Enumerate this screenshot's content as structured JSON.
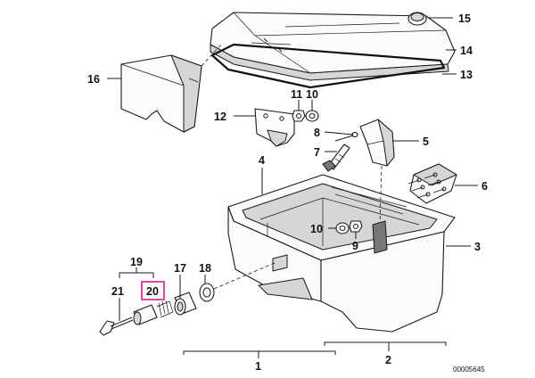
{
  "diagram": {
    "callouts": {
      "c1": "1",
      "c2": "2",
      "c3": "3",
      "c4": "4",
      "c5": "5",
      "c6": "6",
      "c7": "7",
      "c8": "8",
      "c9": "9",
      "c10a": "10",
      "c10b": "10",
      "c11": "11",
      "c12": "12",
      "c13": "13",
      "c14": "14",
      "c15": "15",
      "c16": "16",
      "c17": "17",
      "c18": "18",
      "c19": "19",
      "c20": "20",
      "c21": "21"
    },
    "drawing_number": "00005645",
    "highlight_color": "#d81b8c"
  }
}
